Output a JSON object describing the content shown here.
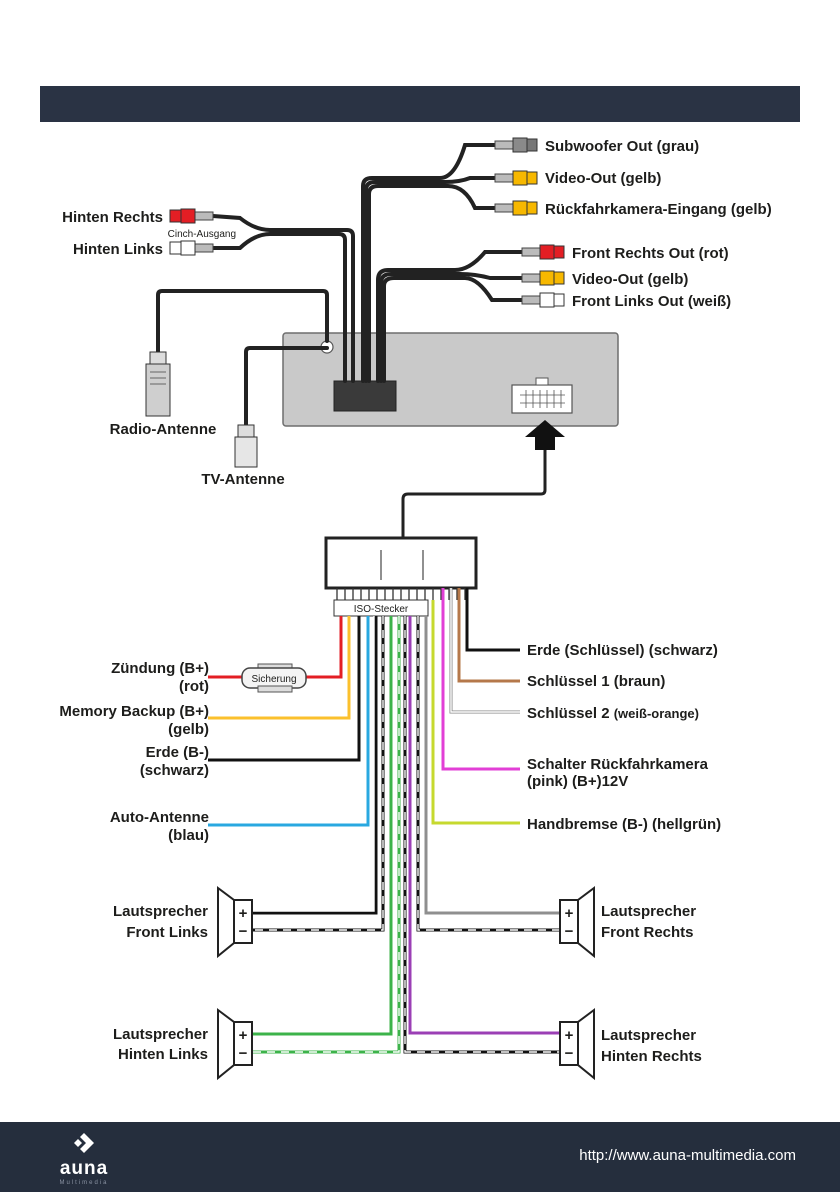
{
  "cables_top": {
    "subwoofer_out": "Subwoofer Out (grau)",
    "video_out_1": "Video-Out (gelb)",
    "rear_cam_in": "Rückfahrkamera-Eingang (gelb)",
    "front_right_out": "Front Rechts Out (rot)",
    "video_out_2": "Video-Out (gelb)",
    "front_left_out": "Front Links Out (weiß)",
    "hinten_rechts": "Hinten Rechts",
    "cinch_ausgang": "Cinch-Ausgang",
    "hinten_links": "Hinten Links",
    "radio_antenne": "Radio-Antenne",
    "tv_antenne": "TV-Antenne"
  },
  "iso": {
    "connector_label": "ISO-Stecker",
    "fuse_label": "Sicherung"
  },
  "wires_left": {
    "zuendung_1": "Zündung (B+)",
    "zuendung_2": "(rot)",
    "memory_1": "Memory Backup (B+)",
    "memory_2": "(gelb)",
    "erde_1": "Erde (B-)",
    "erde_2": "(schwarz)",
    "antenne_1": "Auto-Antenne",
    "antenne_2": "(blau)"
  },
  "wires_right": {
    "erde_schluessel": "Erde (Schlüssel) (schwarz)",
    "schluessel_1": "Schlüssel 1 (braun)",
    "schluessel_2_a": "Schlüssel 2",
    "schluessel_2_b": "(weiß-orange)",
    "rueckfahr_1": "Schalter Rückfahrkamera",
    "rueckfahr_2": "(pink) (B+)12V",
    "handbremse": "Handbremse (B-) (hellgrün)"
  },
  "speakers": {
    "front_links_1": "Lautsprecher",
    "front_links_2": "Front Links",
    "front_rechts_1": "Lautsprecher",
    "front_rechts_2": "Front Rechts",
    "hinten_links_1": "Lautsprecher",
    "hinten_links_2": "Hinten Links",
    "hinten_rechts_1": "Lautsprecher",
    "hinten_rechts_2": "Hinten Rechts",
    "plus": "+",
    "minus": "−"
  },
  "footer": {
    "brand": "auna",
    "brand_sub": "Multimedia",
    "url": "http://www.auna-multimedia.com"
  },
  "colors": {
    "header": "#2a3344",
    "footer": "#252e3d",
    "red": "#e31e24",
    "yellow": "#fbc02d",
    "blue": "#29a8e0",
    "green": "#3cb34a",
    "light_green": "#c6d92e",
    "pink": "#e23fd6",
    "purple": "#9b3fb5",
    "brown": "#b5784a",
    "grey": "#8f8f8f"
  }
}
